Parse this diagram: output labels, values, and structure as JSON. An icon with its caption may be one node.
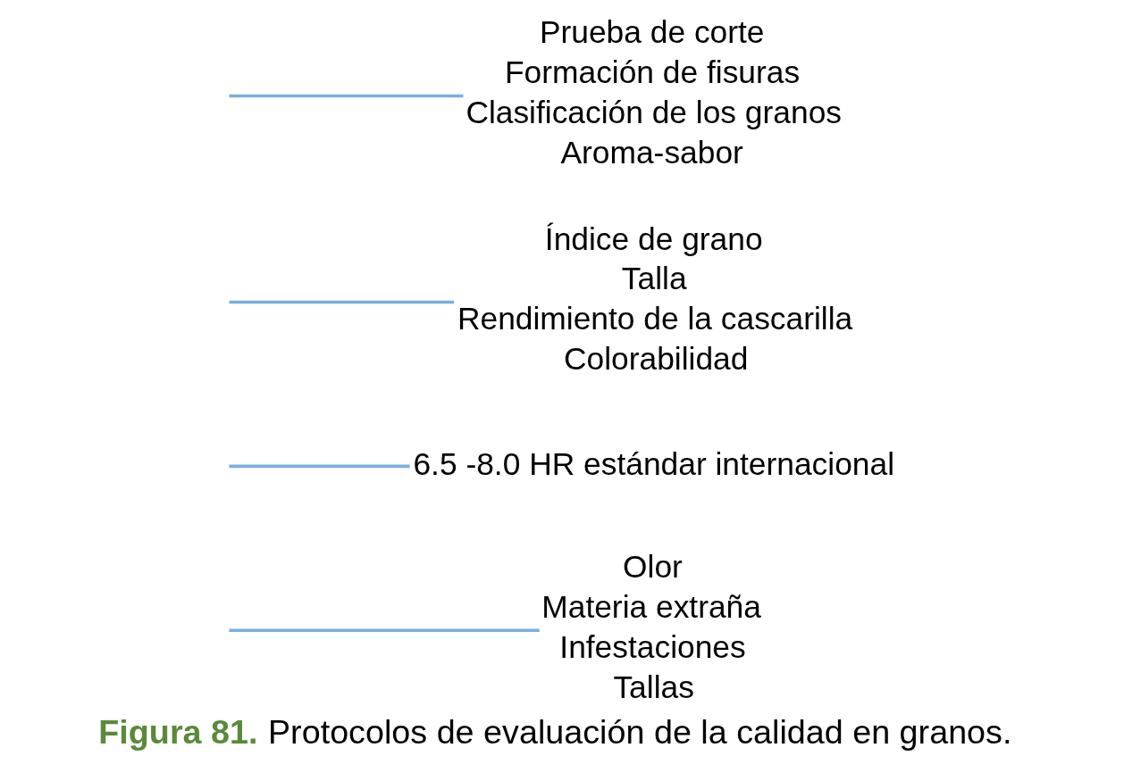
{
  "diagram": {
    "caption": "**Figura 81.** Protocolos de evaluación de la calidad en granos.",
    "nodes": [
      {
        "text": [
          "Olor",
          "Materia extraña",
          "Infestaciones",
          "Tallas"
        ]
      },
      {
        "text": [
          "6.5 -8.0 HR estándar internacional"
        ]
      },
      {
        "text": [
          "Índice de grano",
          "Talla",
          "Rendimiento de la cascarilla",
          "Colorabilidad"
        ]
      },
      {
        "text": [
          "Prueba de corte",
          "Formación de fisuras",
          "Clasificación de los granos",
          "Aroma-sabor"
        ]
      }
    ],
    "edges": [
      {
        "from": null,
        "to": 0,
        "arrow": "none"
      },
      {
        "from": null,
        "to": 1,
        "arrow": "none"
      },
      {
        "from": null,
        "to": 2,
        "arrow": "none"
      },
      {
        "from": null,
        "to": 3,
        "arrow": "none"
      }
    ]
  }
}
